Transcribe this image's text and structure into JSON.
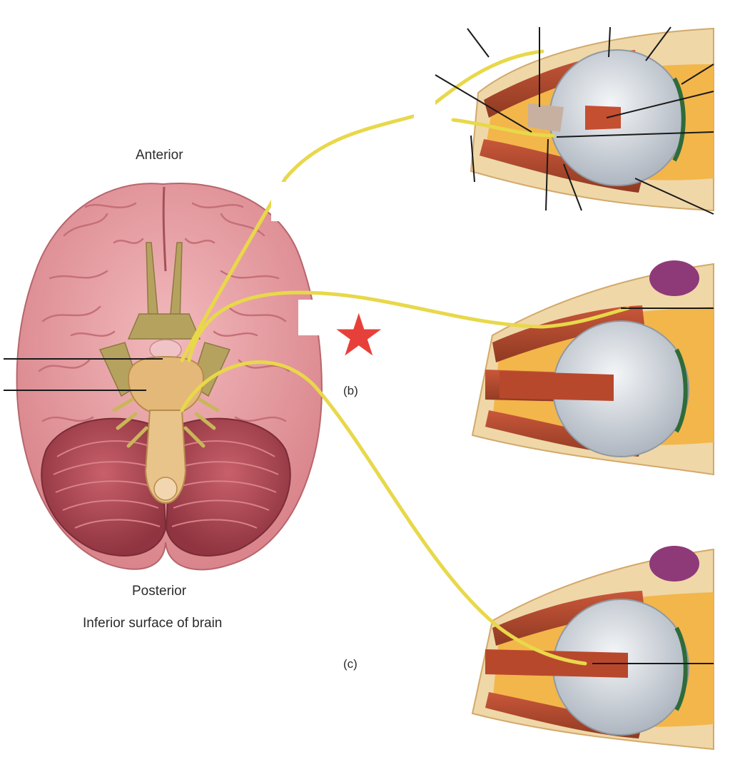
{
  "labels": {
    "anterior": "Anterior",
    "posterior": "Posterior",
    "caption": "Inferior surface of brain",
    "panel_b": "(b)",
    "panel_c": "(c)"
  },
  "marker": {
    "icon": "star-icon",
    "glyph": "★",
    "color": "#e7403a"
  },
  "colors": {
    "nerve": "#e8d84a",
    "brain": "#eaa0a4",
    "cerebellum": "#b84a55",
    "brainstem": "#e4b879",
    "muscle": "#b5482b",
    "eyeball": "#d9dde3",
    "bone": "#efd7a8"
  }
}
